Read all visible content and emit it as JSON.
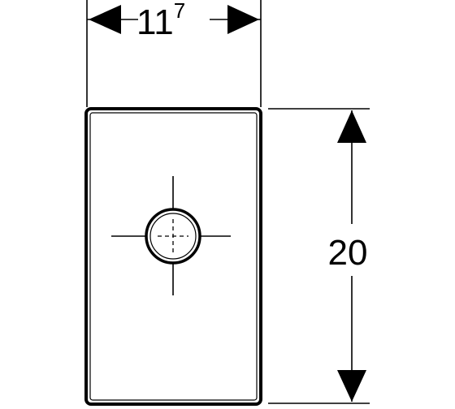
{
  "dimensions": {
    "width": {
      "main": "11",
      "sup": "7"
    },
    "height": "20"
  },
  "colors": {
    "stroke": "#000000",
    "background": "#ffffff"
  }
}
